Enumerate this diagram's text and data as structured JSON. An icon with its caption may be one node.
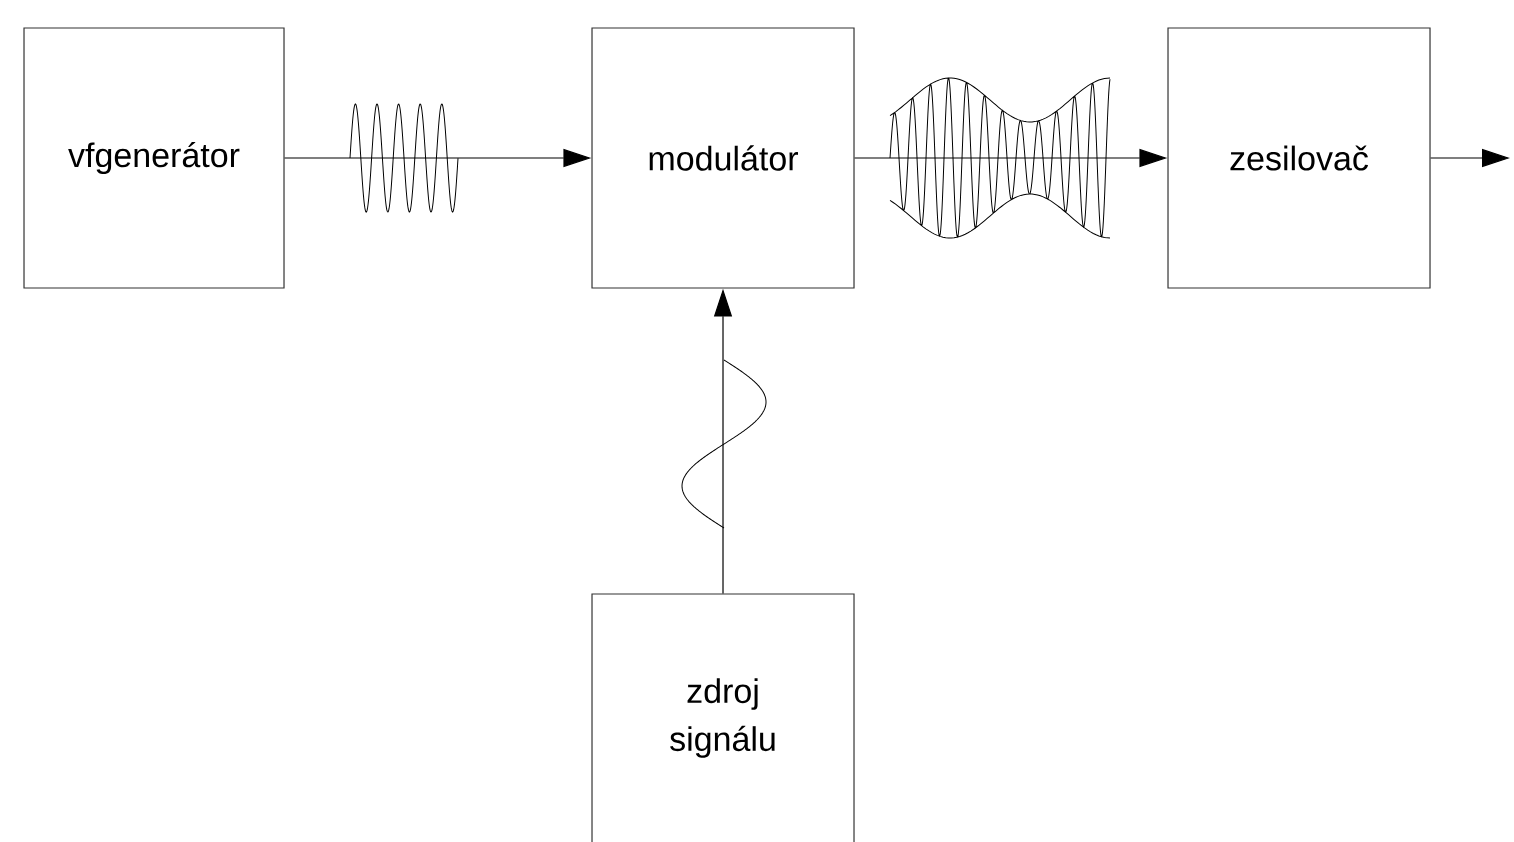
{
  "diagram": {
    "nodes": [
      {
        "text": [
          "vfgenerátor"
        ]
      },
      {
        "text": [
          "modulátor"
        ]
      },
      {
        "text": [
          "zesilovač"
        ]
      },
      {
        "text": [
          "zdroj signálu"
        ]
      }
    ],
    "edges": [
      {
        "from": 0,
        "to": 1,
        "arrow": "to"
      },
      {
        "from": 1,
        "to": 2,
        "arrow": "to"
      },
      {
        "from": 2,
        "to": null,
        "arrow": "to"
      },
      {
        "from": 3,
        "to": 1,
        "arrow": "to"
      }
    ]
  }
}
